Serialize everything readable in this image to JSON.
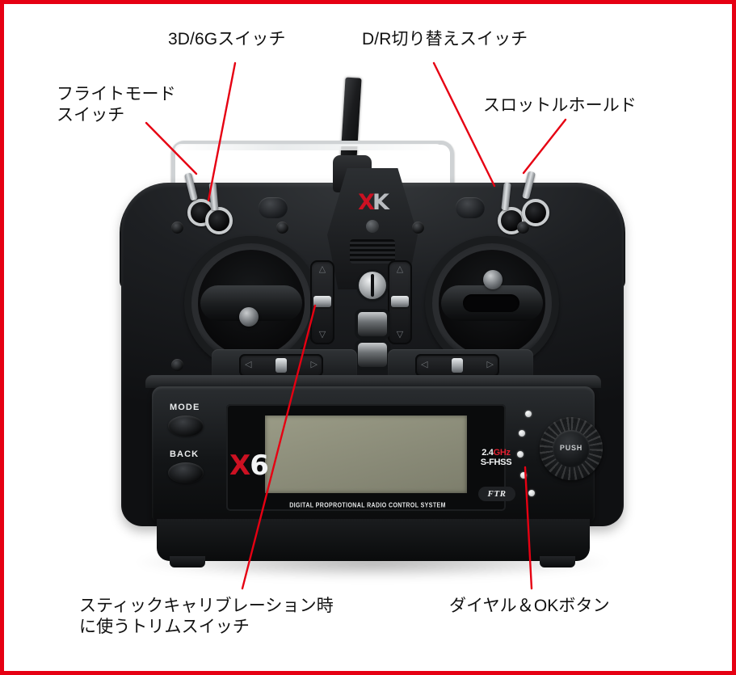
{
  "figure": {
    "subject": "XK X6 2.4GHz radio transmitter — annotated control diagram",
    "border_color": "#e60012",
    "leader_color": "#e60012",
    "background": "#ffffff"
  },
  "callouts": [
    {
      "id": "flight-mode-switch",
      "text": "フライトモード\nスイッチ",
      "position": "top-left"
    },
    {
      "id": "3d-6g-switch",
      "text": "3D/6Gスイッチ",
      "position": "top-center-left"
    },
    {
      "id": "dr-switch",
      "text": "D/R切り替えスイッチ",
      "position": "top-center-right"
    },
    {
      "id": "throttle-hold",
      "text": "スロットルホールド",
      "position": "top-right"
    },
    {
      "id": "trim-switch",
      "text": "スティックキャリブレーション時\nに使うトリムスイッチ",
      "position": "bottom-left"
    },
    {
      "id": "dial-ok-button",
      "text": "ダイヤル＆OKボタン",
      "position": "bottom-right"
    }
  ],
  "transmitter": {
    "brand_logo": {
      "part_x": "X",
      "part_k": "K",
      "color_x": "#cc1122",
      "color_k": "#b9bcc0"
    },
    "model_badge": {
      "prefix": "X",
      "number": "6",
      "color_prefix": "#cc1122",
      "color_number": "#f2f4f5"
    },
    "buttons": {
      "mode": "MODE",
      "back": "BACK"
    },
    "dial": {
      "label": "PUSH"
    },
    "frequency_badge": {
      "line1_white": "2.4",
      "line1_red": "GHz",
      "line2": "S-FHSS"
    },
    "ftr_logo": "FTR",
    "lcd_caption": "DIGITAL PROPROTIONAL RADIO CONTROL SYSTEM",
    "led_indicator_count": 5
  }
}
